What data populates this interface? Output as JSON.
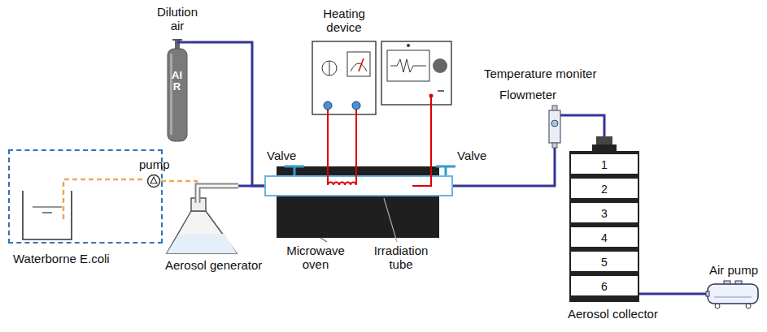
{
  "diagram": {
    "nodes": [
      {
        "text": [
          "Waterborne E.coli"
        ]
      },
      {
        "text": [
          "pump"
        ],
        "in": 0
      },
      {
        "text": [
          "Aerosol generator"
        ]
      },
      {
        "text": [
          "Dilution air",
          "AIR"
        ]
      },
      {
        "text": [
          "Heating device"
        ]
      },
      {
        "text": [
          "Temperature moniter"
        ]
      },
      {
        "text": [
          "Microwave oven"
        ]
      },
      {
        "text": [
          "Irradiation tube"
        ]
      },
      {
        "text": [
          "Flowmeter"
        ]
      },
      {
        "text": [
          "Aerosol collector"
        ]
      },
      {
        "text": [
          "1"
        ],
        "in": 9
      },
      {
        "text": [
          "2"
        ],
        "in": 9
      },
      {
        "text": [
          "3"
        ],
        "in": 9
      },
      {
        "text": [
          "4"
        ],
        "in": 9
      },
      {
        "text": [
          "5"
        ],
        "in": 9
      },
      {
        "text": [
          "6"
        ],
        "in": 9
      },
      {
        "text": [
          "Air pump"
        ]
      }
    ],
    "edges": [
      {
        "from": 1,
        "to": 2,
        "arrow": "none"
      },
      {
        "from": 2,
        "to": 7,
        "arrow": "none"
      },
      {
        "from": 3,
        "to": 7,
        "arrow": "none"
      },
      {
        "from": 4,
        "to": 7,
        "arrow": "none"
      },
      {
        "from": 4,
        "to": 7,
        "arrow": "none"
      },
      {
        "from": 5,
        "to": 7,
        "arrow": "none"
      },
      {
        "from": 7,
        "to": 8,
        "arrow": "none"
      },
      {
        "from": 8,
        "to": 9,
        "arrow": "none"
      },
      {
        "from": 9,
        "to": 16,
        "arrow": "none"
      }
    ],
    "labels": [
      "Valve",
      "Valve"
    ]
  }
}
